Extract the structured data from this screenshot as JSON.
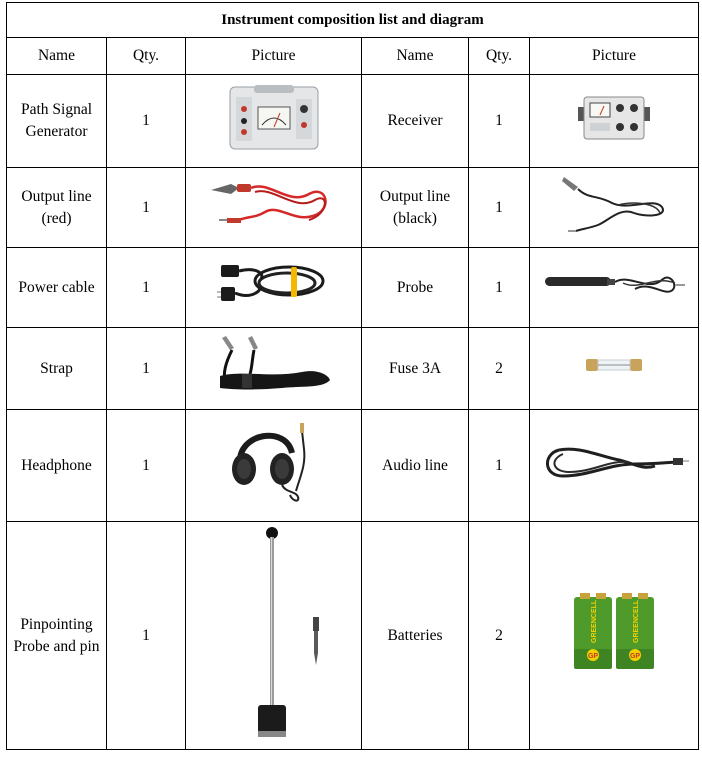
{
  "title": "Instrument composition list and diagram",
  "headers": {
    "name_left": "Name",
    "qty_left": "Qty.",
    "picture_left": "Picture",
    "name_right": "Name",
    "qty_right": "Qty.",
    "picture_right": "Picture"
  },
  "rows": [
    {
      "left": {
        "name": "Path Signal Generator",
        "qty": "1",
        "icon": "signal-generator-icon"
      },
      "right": {
        "name": "Receiver",
        "qty": "1",
        "icon": "receiver-icon"
      }
    },
    {
      "left": {
        "name": "Output line (red)",
        "qty": "1",
        "icon": "red-output-line-icon"
      },
      "right": {
        "name": "Output line (black)",
        "qty": "1",
        "icon": "black-output-line-icon"
      }
    },
    {
      "left": {
        "name": "Power cable",
        "qty": "1",
        "icon": "power-cable-icon"
      },
      "right": {
        "name": "Probe",
        "qty": "1",
        "icon": "probe-icon"
      }
    },
    {
      "left": {
        "name": "Strap",
        "qty": "1",
        "icon": "strap-icon"
      },
      "right": {
        "name": "Fuse 3A",
        "qty": "2",
        "icon": "fuse-icon"
      }
    },
    {
      "left": {
        "name": "Headphone",
        "qty": "1",
        "icon": "headphone-icon"
      },
      "right": {
        "name": "Audio line",
        "qty": "1",
        "icon": "audio-line-icon"
      }
    },
    {
      "left": {
        "name": "Pinpointing Probe and pin",
        "qty": "1",
        "icon": "pinpointing-probe-icon"
      },
      "right": {
        "name": "Batteries",
        "qty": "2",
        "icon": "batteries-icon"
      }
    }
  ],
  "battery_brand": {
    "logo": "GP",
    "label": "GREENCELL",
    "colors": {
      "body": "#4e9a2a",
      "cap": "#c8a23a"
    }
  }
}
